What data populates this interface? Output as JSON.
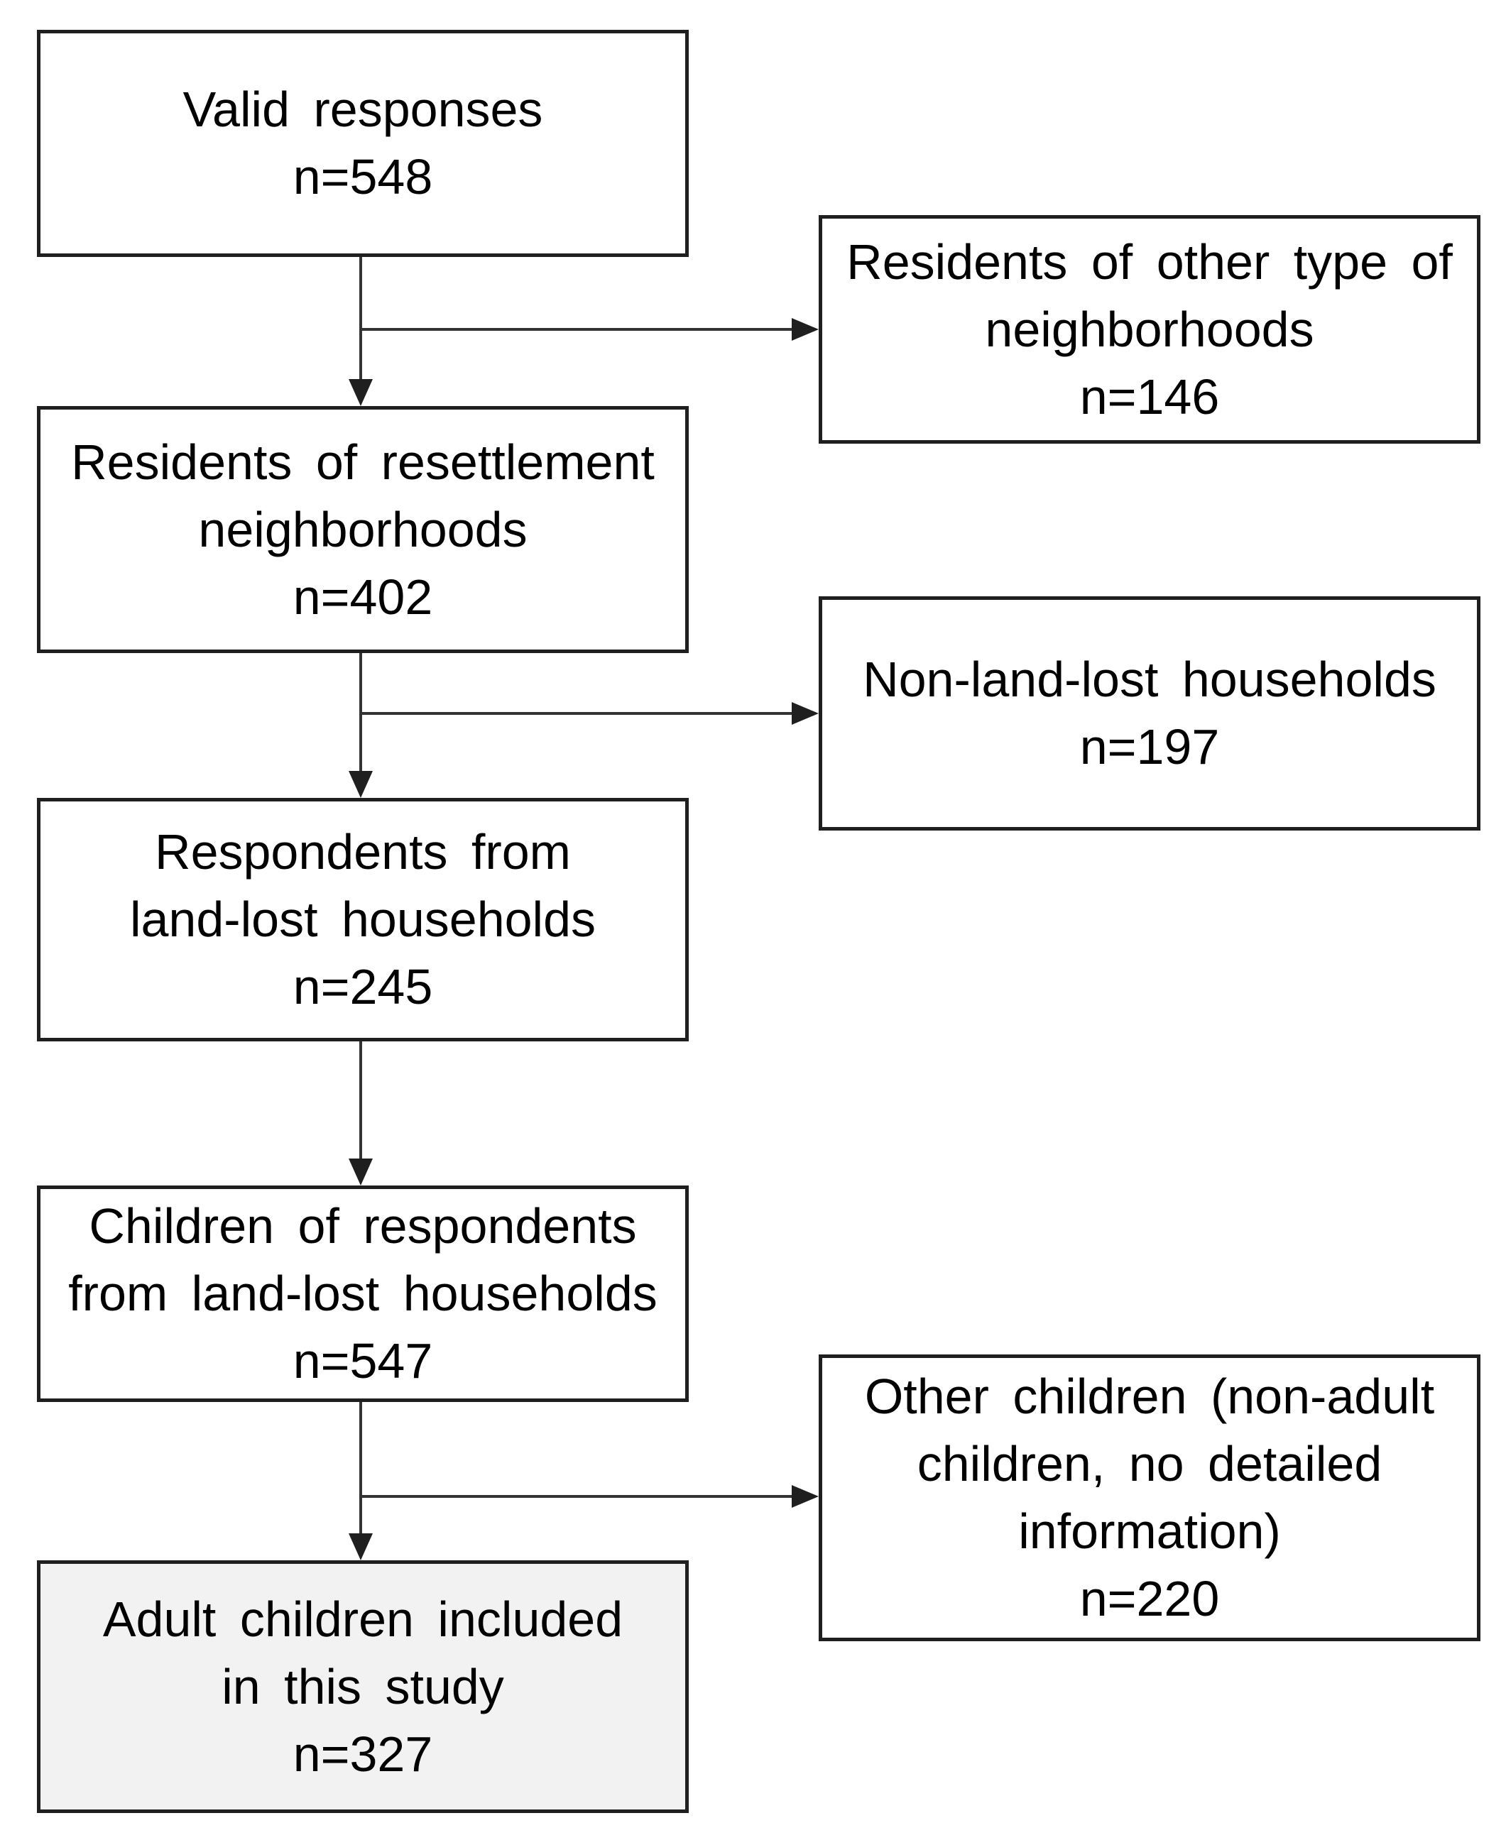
{
  "flowchart": {
    "type": "participant-selection-flow-diagram",
    "colors": {
      "background": "#ffffff",
      "box_border": "#1f1f1f",
      "connector_line": "#333333",
      "highlight_fill": "#f2f2f2",
      "text": "#000000"
    },
    "nodes": [
      {
        "id": "valid-responses",
        "column": "main",
        "highlighted": false,
        "count": 548,
        "lines": [
          "Valid responses",
          "n=548"
        ]
      },
      {
        "id": "other-neighborhoods",
        "column": "excluded",
        "highlighted": false,
        "count": 146,
        "lines": [
          "Residents of other type of",
          "neighborhoods",
          "n=146"
        ]
      },
      {
        "id": "resettlement-residents",
        "column": "main",
        "highlighted": false,
        "count": 402,
        "lines": [
          "Residents of resettlement",
          "neighborhoods",
          "n=402"
        ]
      },
      {
        "id": "non-land-lost-households",
        "column": "excluded",
        "highlighted": false,
        "count": 197,
        "lines": [
          "Non-land-lost households",
          "n=197"
        ]
      },
      {
        "id": "land-lost-respondents",
        "column": "main",
        "highlighted": false,
        "count": 245,
        "lines": [
          "Respondents from",
          "land-lost households",
          "n=245"
        ]
      },
      {
        "id": "children-of-respondents",
        "column": "main",
        "highlighted": false,
        "count": 547,
        "lines": [
          "Children of respondents",
          "from land-lost households",
          "n=547"
        ]
      },
      {
        "id": "other-children",
        "column": "excluded",
        "highlighted": false,
        "count": 220,
        "lines": [
          "Other children (non-adult",
          "children, no detailed",
          "information)",
          "n=220"
        ]
      },
      {
        "id": "adult-children-included",
        "column": "main",
        "highlighted": true,
        "count": 327,
        "lines": [
          "Adult children included",
          "in this study",
          "n=327"
        ]
      }
    ],
    "edges": [
      {
        "from": "valid-responses",
        "to": "resettlement-residents",
        "direction": "down"
      },
      {
        "from": "valid-responses",
        "to": "other-neighborhoods",
        "direction": "branch-right"
      },
      {
        "from": "resettlement-residents",
        "to": "land-lost-respondents",
        "direction": "down"
      },
      {
        "from": "resettlement-residents",
        "to": "non-land-lost-households",
        "direction": "branch-right"
      },
      {
        "from": "land-lost-respondents",
        "to": "children-of-respondents",
        "direction": "down"
      },
      {
        "from": "children-of-respondents",
        "to": "adult-children-included",
        "direction": "down"
      },
      {
        "from": "children-of-respondents",
        "to": "other-children",
        "direction": "branch-right"
      }
    ]
  }
}
